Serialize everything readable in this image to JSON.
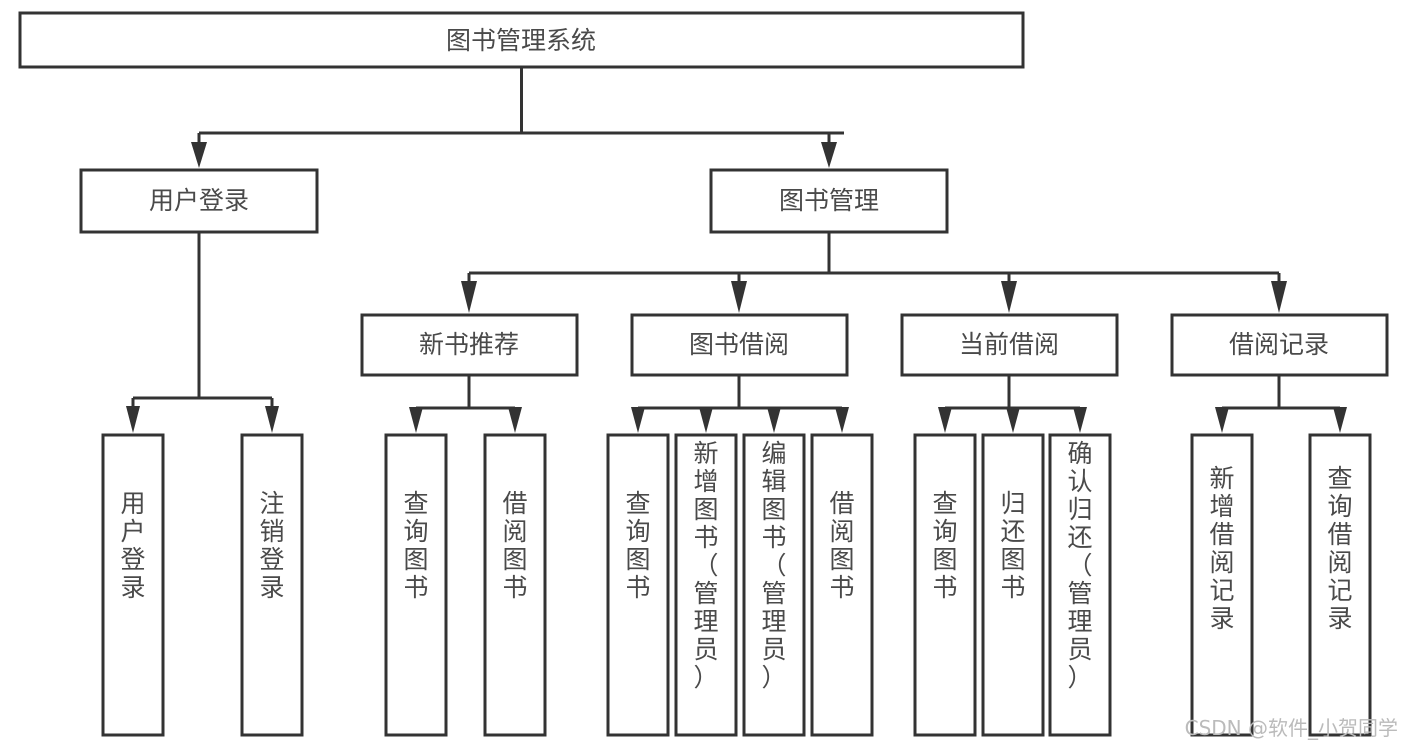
{
  "diagram": {
    "title": "图书管理系统",
    "type": "tree-hierarchy",
    "root": {
      "id": "root",
      "label": "图书管理系统"
    },
    "level2": [
      {
        "id": "user-login",
        "label": "用户登录"
      },
      {
        "id": "book-management",
        "label": "图书管理"
      }
    ],
    "level3": [
      {
        "id": "new-book-recommend",
        "label": "新书推荐",
        "parent": "book-management"
      },
      {
        "id": "book-borrow",
        "label": "图书借阅",
        "parent": "book-management"
      },
      {
        "id": "current-borrow",
        "label": "当前借阅",
        "parent": "book-management"
      },
      {
        "id": "borrow-record",
        "label": "借阅记录",
        "parent": "book-management"
      }
    ],
    "leaves": {
      "user-login": [
        {
          "id": "leaf-user-login",
          "label": "用户登录"
        },
        {
          "id": "leaf-user-logout",
          "label": "注销登录"
        }
      ],
      "new-book-recommend": [
        {
          "id": "leaf-query-book-1",
          "label": "查询图书"
        },
        {
          "id": "leaf-borrow-book-1",
          "label": "借阅图书"
        }
      ],
      "book-borrow": [
        {
          "id": "leaf-query-book-2",
          "label": "查询图书"
        },
        {
          "id": "leaf-add-book",
          "label": "新增图书（管理员）"
        },
        {
          "id": "leaf-edit-book",
          "label": "编辑图书（管理员）"
        },
        {
          "id": "leaf-borrow-book-2",
          "label": "借阅图书"
        }
      ],
      "current-borrow": [
        {
          "id": "leaf-query-book-3",
          "label": "查询图书"
        },
        {
          "id": "leaf-return-book",
          "label": "归还图书"
        },
        {
          "id": "leaf-confirm-return",
          "label": "确认归还（管理员）"
        }
      ],
      "borrow-record": [
        {
          "id": "leaf-add-record",
          "label": "新增借阅记录"
        },
        {
          "id": "leaf-query-record",
          "label": "查询借阅记录"
        }
      ]
    }
  },
  "watermark": {
    "text": "CSDN @软件_小贺同学"
  },
  "colors": {
    "stroke": "#333333",
    "box_fill": "#ffffff",
    "text": "#4a4a4a",
    "watermark": "#bbbbbb",
    "background": "#ffffff"
  }
}
